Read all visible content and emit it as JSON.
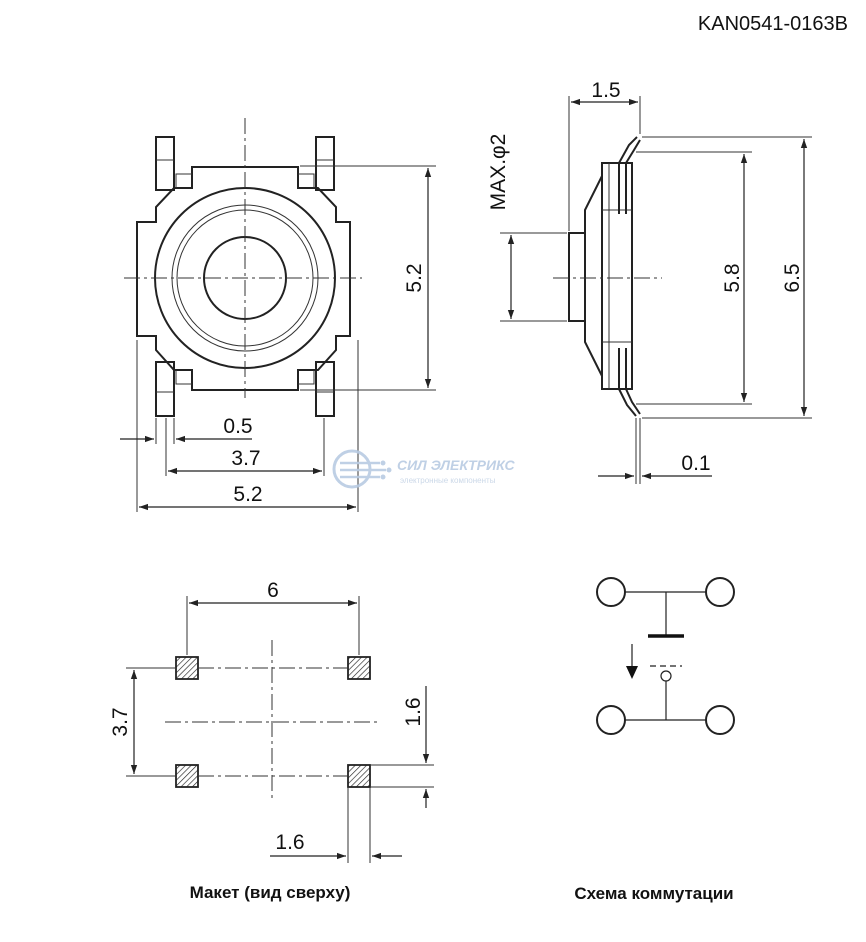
{
  "part_number": "KAN0541-0163B",
  "top_view": {
    "dim_width_total": "5.2",
    "dim_pin_span": "3.7",
    "dim_pin_width": "0.5",
    "dim_height": "5.2"
  },
  "side_view": {
    "dim_stem_length": "1.5",
    "dim_stem_diameter": "MAX.φ2",
    "dim_body_height": "5.8",
    "dim_overall_height": "6.5",
    "dim_pin_thickness": "0.1"
  },
  "layout": {
    "dim_pad_pitch_x": "6",
    "dim_pad_pitch_y": "3.7",
    "dim_pad_height": "1.6",
    "dim_pad_width": "1.6",
    "caption": "Макет (вид сверху)"
  },
  "schematic": {
    "caption": "Схема коммутации"
  },
  "watermark": {
    "name": "СИЛ ЭЛЕКТРИКС",
    "tagline": "электронные компоненты"
  },
  "colors": {
    "line": "#222222",
    "watermark": "#b9cbe3"
  }
}
